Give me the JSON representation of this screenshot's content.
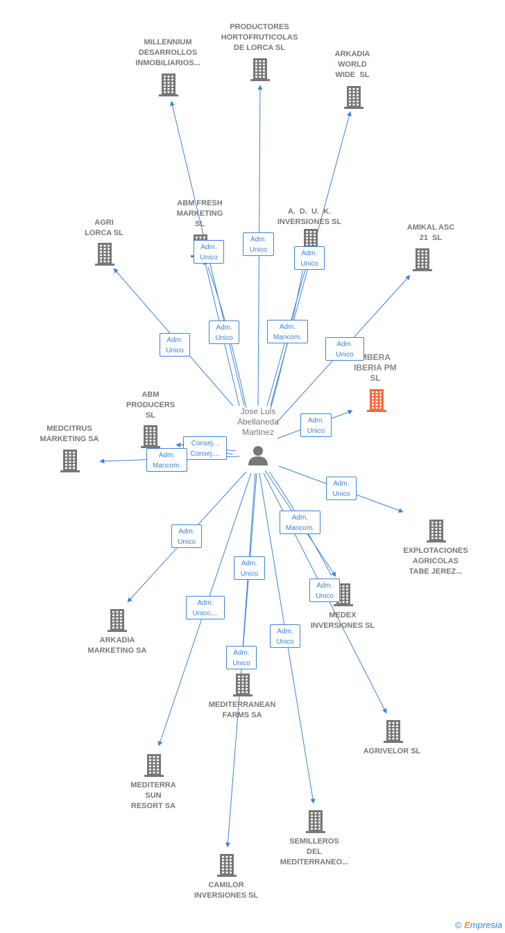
{
  "person": {
    "name": "Jose Luis\nAbellaneda\nMartinez",
    "icon": "person-icon"
  },
  "colors": {
    "edge": "#3b83d6",
    "building": "#777777",
    "highlight": "#f26a3c"
  },
  "companies": [
    {
      "id": "millennium",
      "label": "MILLENNIUM\nDESARROLLOS\nINMOBILIARIOS..."
    },
    {
      "id": "productores",
      "label": "PRODUCTORES\nHORTOFRUTICOLAS\nDE LORCA SL"
    },
    {
      "id": "arkadia-world",
      "label": "ARKADIA\nWORLD\nWIDE  SL"
    },
    {
      "id": "agri-lorca",
      "label": "AGRI\nLORCA SL"
    },
    {
      "id": "abm-fresh",
      "label": "ABM FRESH\nMARKETING\nSL"
    },
    {
      "id": "aduk",
      "label": "A.  D.  U.  K.\nINVERSIONES SL"
    },
    {
      "id": "amikal",
      "label": "AMIKAL ASC\n21  SL"
    },
    {
      "id": "embera",
      "label": "MBERA\nIBERIA PM\nSL",
      "highlight": true
    },
    {
      "id": "abm-producers",
      "label": "ABM\nPRODUCERS\nSL"
    },
    {
      "id": "medcitrus",
      "label": "MEDCITRUS\nMARKETING SA"
    },
    {
      "id": "explotaciones",
      "label": "EXPLOTACIONES\nAGRICOLAS\nTABE JEREZ..."
    },
    {
      "id": "medex",
      "label": "MEDEX\nINVERSIONES SL"
    },
    {
      "id": "arkadia-marketing",
      "label": "ARKADIA\nMARKETING SA"
    },
    {
      "id": "mediterranean-farms",
      "label": "MEDITERRANEAN\nFARMS SA"
    },
    {
      "id": "agrivelor",
      "label": "AGRIVELOR SL"
    },
    {
      "id": "mediterra-sun",
      "label": "MEDITERRA\nSUN\nRESORT SA"
    },
    {
      "id": "semilleros",
      "label": "SEMILLEROS\nDEL\nMEDITERRANEO..."
    },
    {
      "id": "camilor",
      "label": "CAMILOR\nINVERSIONES SL"
    }
  ],
  "roles": [
    "Adm.\nUnico",
    "Adm.\nUnico",
    "Adm.\nUnico",
    "Adm.\nUnico",
    "Adm.\nUnico",
    "Adm.\nMancom.",
    "Adm.\nUnico",
    "Adm.\nUnico,...",
    "Adm.\nUnico",
    "Consej. ,\nConsej....",
    "Adm.\nMancom.",
    "Adm.\nUnico",
    "Adm.\nMancom.",
    "Adm.\nUnico",
    "Adm.\nUnico",
    "Adm.\nUnico",
    "Adm.\nUnico,...",
    "Adm.\nUnico",
    "Adm.\nUnico"
  ],
  "footer": {
    "copyright": "©",
    "brand_e": "E",
    "brand_rest": "mpresia"
  }
}
